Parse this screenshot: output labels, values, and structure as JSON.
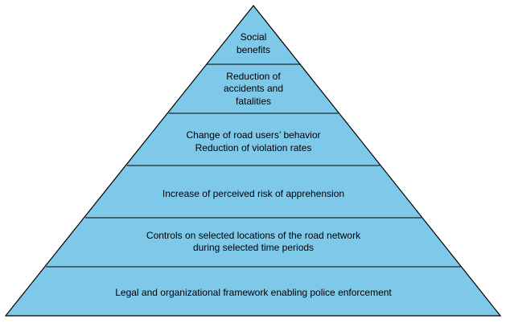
{
  "diagram": {
    "fill_color": "#7ec8ea",
    "stroke_color": "#000000",
    "levels": [
      {
        "id": "social-benefits",
        "lines": [
          "Social",
          "benefits"
        ]
      },
      {
        "id": "accident-reduction",
        "lines": [
          "Reduction of",
          "accidents and",
          "fatalities"
        ]
      },
      {
        "id": "behavior-change",
        "lines": [
          "Change of road users’ behavior",
          "Reduction of violation rates"
        ]
      },
      {
        "id": "perceived-risk",
        "lines": [
          "Increase of perceived risk of apprehension"
        ]
      },
      {
        "id": "controls",
        "lines": [
          "Controls on selected locations of the road network",
          "during selected time periods"
        ]
      },
      {
        "id": "legal-framework",
        "lines": [
          "Legal and organizational framework enabling police enforcement"
        ]
      }
    ]
  }
}
